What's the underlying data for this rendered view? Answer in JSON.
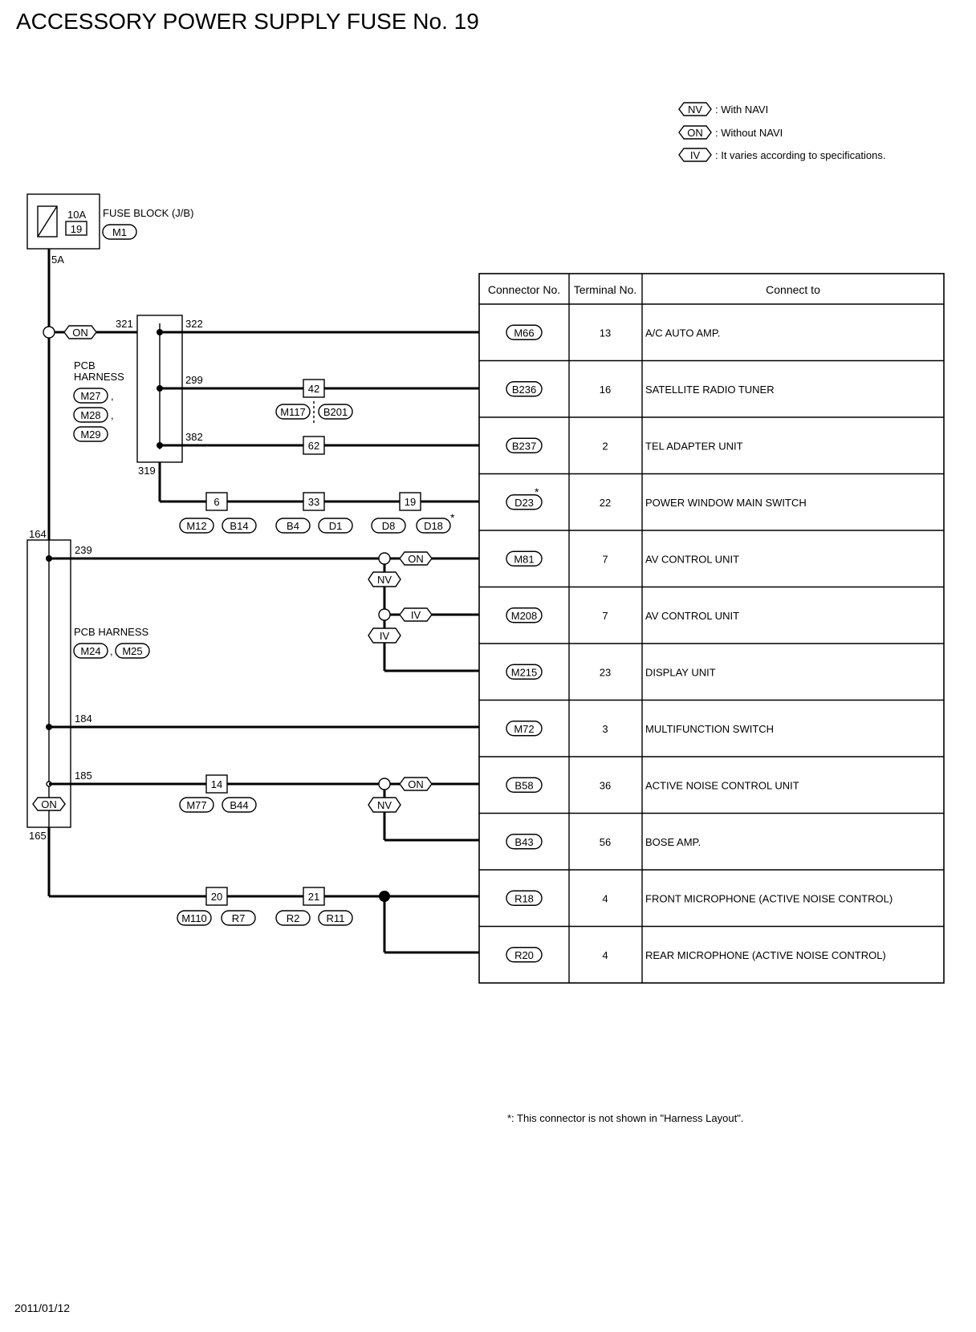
{
  "title": "ACCESSORY POWER SUPPLY FUSE No. 19",
  "date": "2011/01/12",
  "legend": [
    {
      "code": "NV",
      "text": ": With NAVI"
    },
    {
      "code": "ON",
      "text": ": Without NAVI"
    },
    {
      "code": "IV",
      "text": ": It varies according to specifications."
    }
  ],
  "fuse": {
    "label": "FUSE BLOCK (J/B)",
    "amps": "10A",
    "number": "19",
    "connector": "M1",
    "terminal": "5A"
  },
  "pcb_upper": {
    "label1": "PCB",
    "label2": "HARNESS",
    "connectors": [
      "M27",
      "M28",
      "M29"
    ],
    "sep": ","
  },
  "pcb_lower": {
    "label": "PCB HARNESS",
    "connectors": [
      "M24",
      "M25"
    ],
    "sep": ","
  },
  "wire_numbers": {
    "w321": "321",
    "w322": "322",
    "w299": "299",
    "w382": "382",
    "w319": "319",
    "w164": "164",
    "w239": "239",
    "w184": "184",
    "w185": "185",
    "w165": "165"
  },
  "option_tags": {
    "on_main": "ON",
    "on_box": "ON",
    "on_r1": "ON",
    "nv_r1": "NV",
    "iv_r2": "IV",
    "iv_r3": "IV",
    "on_r9": "ON",
    "nv_r9": "NV"
  },
  "joints": [
    {
      "num": "42",
      "conns": [
        "M117",
        "B201"
      ]
    },
    {
      "num": "62",
      "conns": []
    },
    {
      "num": "6",
      "conns": [
        "M12",
        "B14"
      ]
    },
    {
      "num": "33",
      "conns": [
        "B4",
        "D1"
      ]
    },
    {
      "num": "19",
      "conns": [
        "D8",
        "D18"
      ]
    },
    {
      "num": "14",
      "conns": [
        "M77",
        "B44"
      ]
    },
    {
      "num": "20",
      "conns": [
        "M110",
        "R7"
      ]
    },
    {
      "num": "21",
      "conns": [
        "R2",
        "R11"
      ]
    }
  ],
  "asterisk": "*",
  "table": {
    "headers": [
      "Connector No.",
      "Terminal No.",
      "Connect to"
    ],
    "rows": [
      {
        "conn": "M66",
        "term": "13",
        "to": "A/C AUTO AMP."
      },
      {
        "conn": "B236",
        "term": "16",
        "to": "SATELLITE RADIO TUNER"
      },
      {
        "conn": "B237",
        "term": "2",
        "to": "TEL ADAPTER UNIT"
      },
      {
        "conn": "D23",
        "term": "22",
        "to": "POWER WINDOW MAIN SWITCH"
      },
      {
        "conn": "M81",
        "term": "7",
        "to": "AV CONTROL UNIT"
      },
      {
        "conn": "M208",
        "term": "7",
        "to": "AV CONTROL UNIT"
      },
      {
        "conn": "M215",
        "term": "23",
        "to": "DISPLAY UNIT"
      },
      {
        "conn": "M72",
        "term": "3",
        "to": "MULTIFUNCTION SWITCH"
      },
      {
        "conn": "B58",
        "term": "36",
        "to": "ACTIVE NOISE CONTROL UNIT"
      },
      {
        "conn": "B43",
        "term": "56",
        "to": "BOSE AMP."
      },
      {
        "conn": "R18",
        "term": "4",
        "to": "FRONT MICROPHONE (ACTIVE NOISE CONTROL)"
      },
      {
        "conn": "R20",
        "term": "4",
        "to": "REAR MICROPHONE (ACTIVE NOISE CONTROL)"
      }
    ]
  },
  "footnote": "*: This connector is not shown in \"Harness Layout\"."
}
